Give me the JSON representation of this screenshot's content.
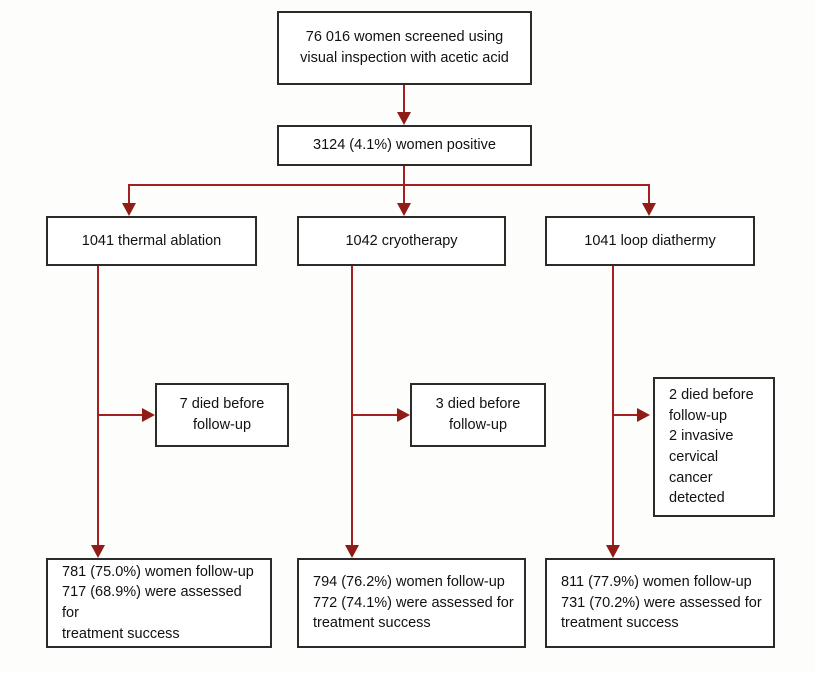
{
  "diagram": {
    "type": "flowchart",
    "title": "Cervical cancer screening and treatment trial flow",
    "accent_color": "#a32020",
    "arrow_color": "#8f1c16",
    "box_border_color": "#2b2b2b",
    "background_color": "#fdfdfb",
    "nodes": {
      "screened": {
        "label": "76 016 women screened using\nvisual inspection with acetic acid",
        "count": "76 016"
      },
      "positive": {
        "label": "3124 (4.1%) women positive",
        "count": "3124",
        "percent": "4.1%"
      },
      "arm1": {
        "label": "1041 thermal ablation",
        "count": "1041",
        "treatment": "thermal ablation"
      },
      "arm2": {
        "label": "1042 cryotherapy",
        "count": "1042",
        "treatment": "cryotherapy"
      },
      "arm3": {
        "label": "1041 loop diathermy",
        "count": "1041",
        "treatment": "loop diathermy"
      },
      "excl1": {
        "label": "7 died before\nfollow-up"
      },
      "excl2": {
        "label": "3 died before\nfollow-up"
      },
      "excl3": {
        "label": "2 died before\nfollow-up\n2 invasive\ncervical cancer\ndetected"
      },
      "outcome1": {
        "label": "781 (75.0%) women follow-up\n717 (68.9%) were assessed for\ntreatment success"
      },
      "outcome2": {
        "label": "794 (76.2%) women follow-up\n772 (74.1%) were assessed for\ntreatment success"
      },
      "outcome3": {
        "label": "811 (77.9%) women follow-up\n731 (70.2%) were assessed for\ntreatment success"
      }
    }
  }
}
